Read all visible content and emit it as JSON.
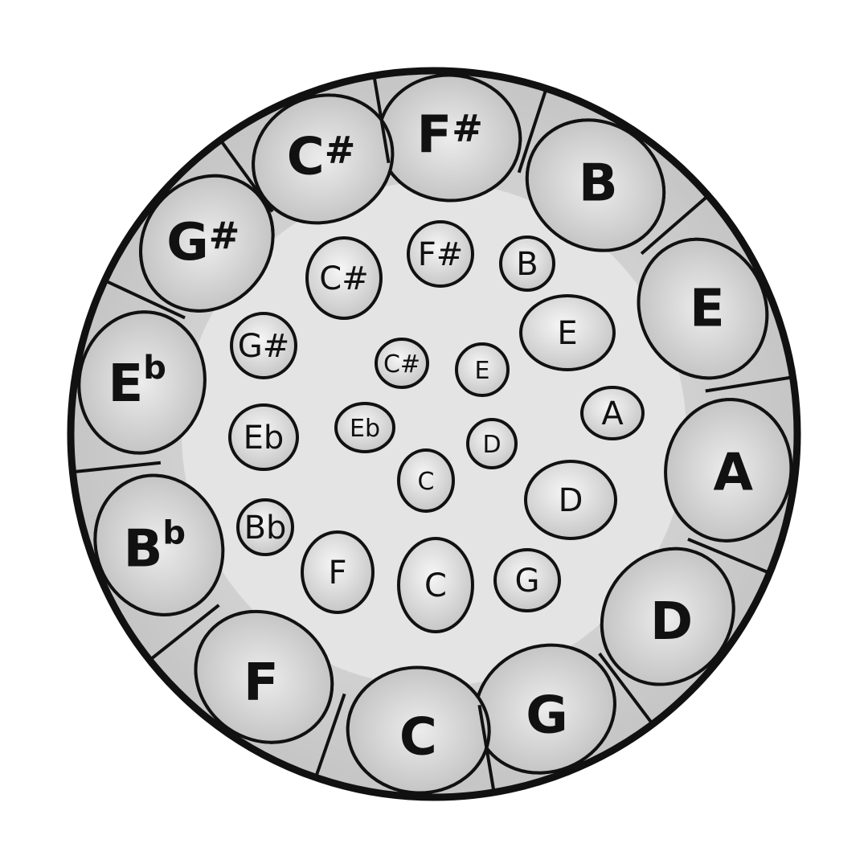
{
  "figure": {
    "outer_ring_notes": [
      {
        "id": "fs",
        "base": "F",
        "accidental": "#"
      },
      {
        "id": "b",
        "base": "B",
        "accidental": ""
      },
      {
        "id": "e",
        "base": "E",
        "accidental": ""
      },
      {
        "id": "a",
        "base": "A",
        "accidental": ""
      },
      {
        "id": "d",
        "base": "D",
        "accidental": ""
      },
      {
        "id": "g",
        "base": "G",
        "accidental": ""
      },
      {
        "id": "c",
        "base": "C",
        "accidental": ""
      },
      {
        "id": "f",
        "base": "F",
        "accidental": ""
      },
      {
        "id": "bb",
        "base": "B",
        "accidental": "b"
      },
      {
        "id": "eb",
        "base": "E",
        "accidental": "b"
      },
      {
        "id": "gs",
        "base": "G",
        "accidental": "#"
      },
      {
        "id": "cs",
        "base": "C",
        "accidental": "#"
      }
    ],
    "middle_ring_notes": [
      {
        "id": "m-fs",
        "label": "F#"
      },
      {
        "id": "m-b",
        "label": "B"
      },
      {
        "id": "m-e",
        "label": "E"
      },
      {
        "id": "m-a",
        "label": "A"
      },
      {
        "id": "m-d",
        "label": "D"
      },
      {
        "id": "m-g",
        "label": "G"
      },
      {
        "id": "m-c",
        "label": "C"
      },
      {
        "id": "m-f",
        "label": "F"
      },
      {
        "id": "m-bb",
        "label": "Bb"
      },
      {
        "id": "m-eb",
        "label": "Eb"
      },
      {
        "id": "m-gs",
        "label": "G#"
      },
      {
        "id": "m-cs",
        "label": "C#"
      }
    ],
    "inner_ring_notes": [
      {
        "id": "i-e",
        "label": "E"
      },
      {
        "id": "i-d",
        "label": "D"
      },
      {
        "id": "i-c",
        "label": "C"
      },
      {
        "id": "i-eb",
        "label": "Eb"
      },
      {
        "id": "i-cs",
        "label": "C#"
      }
    ],
    "colors": {
      "outline": "#111111",
      "zone_fill": "#d6d6d6",
      "center_fill": "#ececec"
    }
  }
}
